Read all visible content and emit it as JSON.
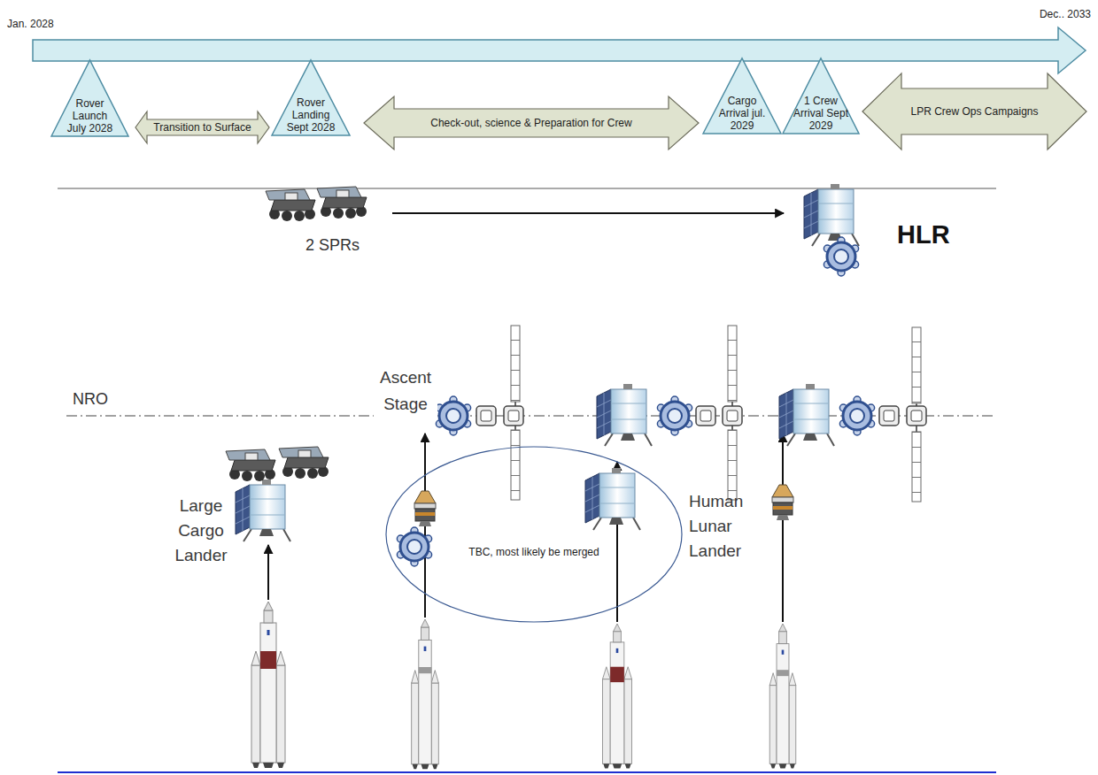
{
  "diagram": {
    "nodes": [
      {
        "text": [
          "Rover Launch July 2028"
        ]
      },
      {
        "text": [
          "Transition to Surface"
        ]
      },
      {
        "text": [
          "Rover Landing Sept 2028"
        ]
      },
      {
        "text": [
          "Check-out, science & Preparation for Crew"
        ]
      },
      {
        "text": [
          "Cargo Arrival jul. 2029"
        ]
      },
      {
        "text": [
          "1 Crew Arrival Sept 2029"
        ]
      },
      {
        "text": [
          "LPR Crew Ops Campaigns"
        ]
      },
      {
        "text": [
          "TBC, most likely be merged"
        ]
      }
    ],
    "labels": [
      "Jan. 2028",
      "Dec.. 2033",
      "2 SPRs",
      "HLR",
      "NRO",
      "Large Cargo Lander",
      "Ascent Stage",
      "Human Lunar Lander"
    ]
  }
}
